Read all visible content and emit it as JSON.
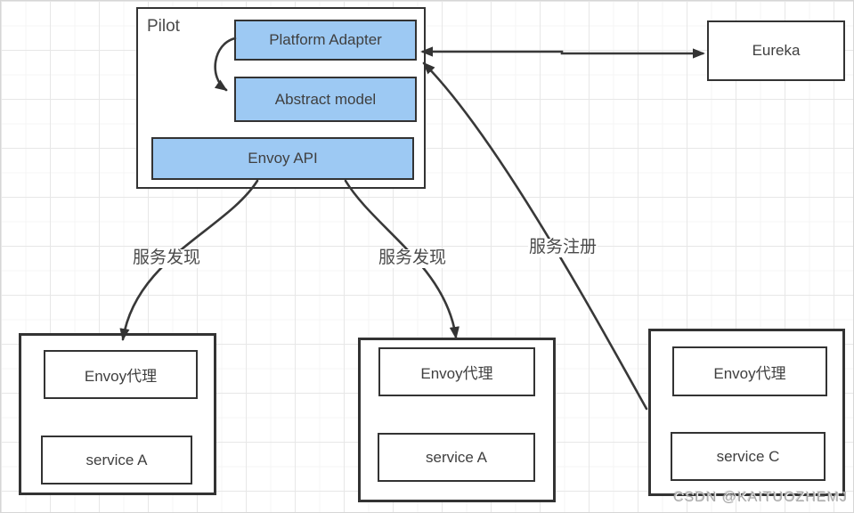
{
  "pilot": {
    "title": "Pilot",
    "platform_adapter": "Platform Adapter",
    "abstract_model": "Abstract model",
    "envoy_api": "Envoy API"
  },
  "eureka": {
    "label": "Eureka"
  },
  "groups": [
    {
      "proxy": "Envoy代理",
      "service": "service A"
    },
    {
      "proxy": "Envoy代理",
      "service": "service A"
    },
    {
      "proxy": "Envoy代理",
      "service": "service C"
    }
  ],
  "edge_labels": {
    "discovery_left": "服务发现",
    "discovery_right": "服务发现",
    "register": "服务注册"
  },
  "watermark": "CSDN @KAITUOZHEMJ",
  "colors": {
    "node_fill_blue": "#9dc9f3",
    "stroke": "#333333",
    "text": "#3f3f3f",
    "grid_minor": "#f4f4f4",
    "grid_major": "#e7e7e7"
  }
}
